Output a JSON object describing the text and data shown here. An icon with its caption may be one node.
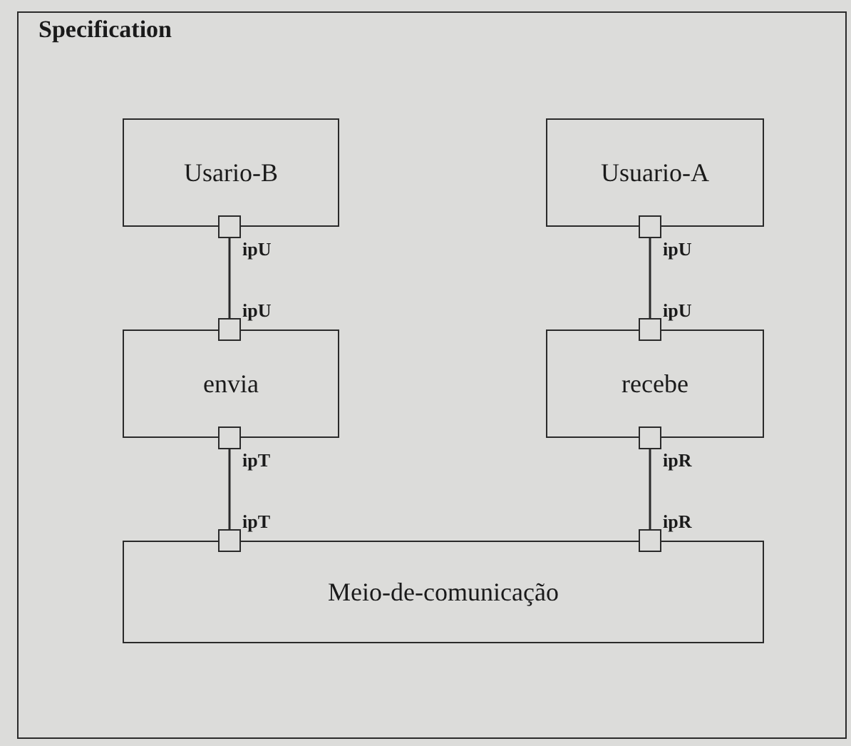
{
  "diagram": {
    "nodes": [
      {
        "text": [
          "Specification"
        ]
      },
      {
        "text": [
          "Usario-B"
        ],
        "in": 0
      },
      {
        "text": [
          "Usuario-A"
        ],
        "in": 0
      },
      {
        "text": [
          "envia"
        ],
        "in": 0
      },
      {
        "text": [
          "recebe"
        ],
        "in": 0
      },
      {
        "text": [
          "Meio-de-comunicação"
        ],
        "in": 0
      },
      {
        "text": [],
        "shape": "box",
        "in": 0,
        "beside": [
          "ipU"
        ]
      },
      {
        "text": [],
        "shape": "box",
        "in": 0,
        "beside": [
          "ipU"
        ]
      },
      {
        "text": [],
        "shape": "box",
        "in": 0,
        "beside": [
          "ipU"
        ]
      },
      {
        "text": [],
        "shape": "box",
        "in": 0,
        "beside": [
          "ipU"
        ]
      },
      {
        "text": [],
        "shape": "box",
        "in": 0,
        "beside": [
          "ipT"
        ]
      },
      {
        "text": [],
        "shape": "box",
        "in": 0,
        "beside": [
          "ipR"
        ]
      },
      {
        "text": [],
        "shape": "box",
        "in": 0,
        "beside": [
          "ipT"
        ]
      },
      {
        "text": [],
        "shape": "box",
        "in": 0,
        "beside": [
          "ipR"
        ]
      }
    ],
    "edges": [
      {
        "from": 6,
        "to": 8,
        "arrow": "none"
      },
      {
        "from": 7,
        "to": 9,
        "arrow": "none"
      },
      {
        "from": 10,
        "to": 12,
        "arrow": "none"
      },
      {
        "from": 11,
        "to": 13,
        "arrow": "none"
      }
    ]
  }
}
